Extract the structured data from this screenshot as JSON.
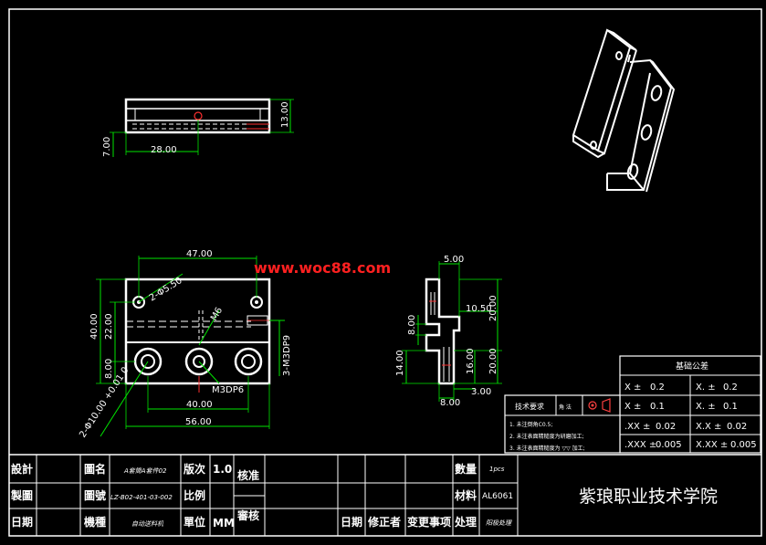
{
  "watermark": "www.woc88.com",
  "colors": {
    "background": "#000000",
    "outline": "#ffffff",
    "dimension": "#00e400",
    "centerline": "#ff3030",
    "hidden": "#ffffff",
    "watermark": "#ff2020",
    "symbol": "#ff4040",
    "purple": "#c020c0"
  },
  "top_view": {
    "dims": [
      "28.00",
      "13.00",
      "7.00"
    ]
  },
  "front_view": {
    "dims": [
      "47.00",
      "40.00",
      "22.00",
      "8.00",
      "40.00",
      "56.00",
      "M3DP6",
      "3-M3DP9",
      "M6",
      "2-Φ5.50",
      "2-Φ10.00 +0.01 0"
    ]
  },
  "side_view": {
    "dims": [
      "5.00",
      "10.50",
      "20.00",
      "8.00",
      "14.00",
      "16.00",
      "20.00",
      "8.00",
      "3.00"
    ]
  },
  "tolerance_table": {
    "title": "基础公差",
    "rows": [
      [
        "X ±",
        "0.2",
        "X. ±",
        "0.2"
      ],
      [
        "X ±",
        "0.1",
        "X. ±",
        "0.1"
      ],
      [
        ".XX ±",
        "0.02",
        "X.X ±",
        "0.02"
      ],
      [
        ".XXX ±",
        "0.005",
        "X.XX ±",
        "0.005"
      ]
    ]
  },
  "tech_req": {
    "label": "技术要求",
    "angle_label": "角 法",
    "items": [
      "1. 未注倒角C0.5;",
      "2. 未注表面精糙度为研磨加工;",
      "3. 未注表面精糙度为 ▽▽ 加工;"
    ]
  },
  "title_block": {
    "labels": {
      "design": "設計",
      "draw": "製圖",
      "date": "日期",
      "name": "圖名",
      "number": "圖號",
      "model": "機種",
      "version": "版次",
      "scale": "比例",
      "unit": "單位",
      "check": "核准",
      "review": "審核",
      "date2": "日期",
      "modifier": "修正者",
      "change": "变更事项",
      "process": "处理",
      "quantity": "數量",
      "material": "材料"
    },
    "values": {
      "name": "A套筒A套件02",
      "number": "LZ-B02-401-03-002",
      "model": "自动送料机",
      "version": "1.0",
      "unit": "MM",
      "quantity": "1pcs",
      "material": "AL6061",
      "process": "阳极处理"
    },
    "school": "紫琅职业技术学院"
  }
}
